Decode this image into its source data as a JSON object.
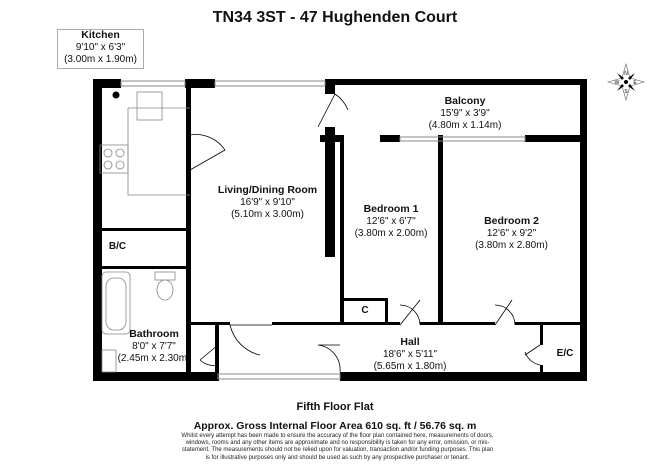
{
  "title": "TN34 3ST - 47 Hughenden Court",
  "rooms": {
    "kitchen": {
      "name": "Kitchen",
      "imperial": "9'10\" x 6'3\"",
      "metric": "(3.00m x 1.90m)"
    },
    "balcony": {
      "name": "Balcony",
      "imperial": "15'9\" x 3'9\"",
      "metric": "(4.80m x 1.14m)"
    },
    "living": {
      "name": "Living/Dining Room",
      "imperial": "16'9\" x 9'10\"",
      "metric": "(5.10m x 3.00m)"
    },
    "bedroom1": {
      "name": "Bedroom 1",
      "imperial": "12'6\" x 6'7\"",
      "metric": "(3.80m x 2.00m)"
    },
    "bedroom2": {
      "name": "Bedroom 2",
      "imperial": "12'6\" x 9'2\"",
      "metric": "(3.80m x 2.80m)"
    },
    "bathroom": {
      "name": "Bathroom",
      "imperial": "8'0\" x 7'7\"",
      "metric": "(2.45m x 2.30m)"
    },
    "hall": {
      "name": "Hall",
      "imperial": "18'6\" x 5'11\"",
      "metric": "(5.65m x 1.80m)"
    },
    "bc": "B/C",
    "c": "C",
    "ec": "E/C"
  },
  "compass": {
    "n": "N",
    "s": "S",
    "e": "E",
    "w": "W"
  },
  "floor_label": "Fifth Floor Flat",
  "area": "Approx. Gross Internal Floor Area 610 sq. ft / 56.76 sq. m",
  "disclaimer": "Whilst every attempt has been made to ensure the accuracy of the floor plan contained here, measurements of doors, windows, rooms and any other items are approximate and no responsibility is taken for any error, omission, or mis-statement. The measurements should not be relied upon for valuation, transaction and/or funding purposes. This plan is for illustrative purposes only and should be used as such by any prospective purchaser or tenant."
}
